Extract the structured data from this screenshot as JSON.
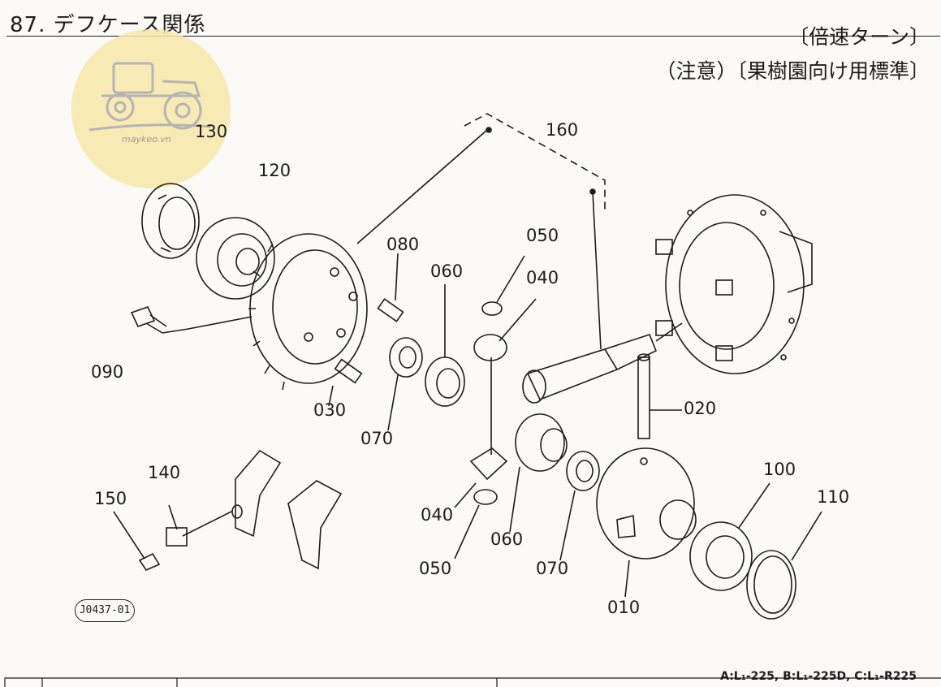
{
  "header": {
    "title": "87. デフケース関係",
    "subtitle_1": "〔倍速ターン〕",
    "subtitle_2": "（注意）〔果樹園向け用標準〕"
  },
  "watermark": {
    "text": "maykeo.vn",
    "icon": "tractor-icon"
  },
  "part_labels": [
    "160",
    "130",
    "120",
    "080",
    "050",
    "060",
    "040",
    "090",
    "030",
    "070",
    "020",
    "100",
    "110",
    "140",
    "150",
    "040",
    "060",
    "070",
    "050",
    "010"
  ],
  "diagram_code": "J0437-01",
  "footer": {
    "model_note": "A:L₁-225, B:L₁-225D, C:L₁-R225"
  }
}
